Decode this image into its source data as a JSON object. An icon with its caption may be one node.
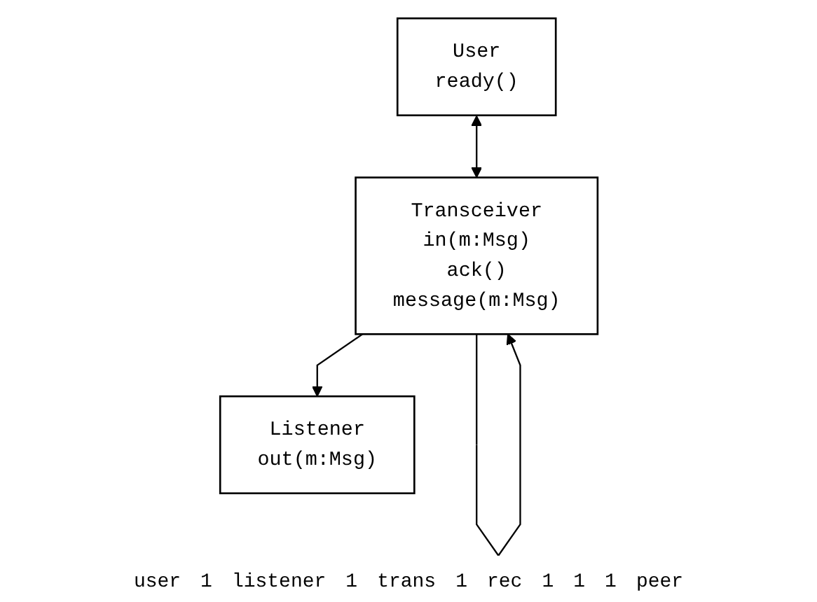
{
  "diagram": {
    "nodes": [
      {
        "text": [
          "User",
          "ready()"
        ]
      },
      {
        "text": [
          "Listener",
          "out(m:Msg)"
        ]
      },
      {
        "text": [
          "Transceiver",
          "in(m:Msg)",
          "ack()",
          "message(m:Msg)"
        ]
      }
    ],
    "edges": [
      {
        "from": 0,
        "to": 2,
        "arrow": "both"
      },
      {
        "from": 2,
        "to": 1,
        "arrow": "to"
      },
      {
        "from": 2,
        "to": 2,
        "arrow": "to"
      }
    ],
    "labels": [
      "user",
      "1",
      "listener",
      "1",
      "trans",
      "1",
      "rec",
      "1",
      "1",
      "1",
      "peer"
    ]
  }
}
